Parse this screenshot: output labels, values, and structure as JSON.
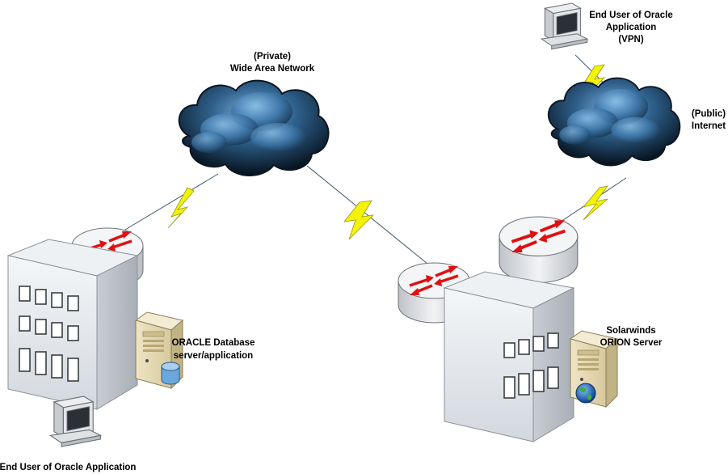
{
  "labels": {
    "wan_line1": "(Private)",
    "wan_line2": "Wide Area Network",
    "internet_line1": "(Public)",
    "internet_line2": "Internet",
    "vpn_user_line1": "End User of Oracle",
    "vpn_user_line2": "Application",
    "vpn_user_line3": "(VPN)",
    "oracle_db_line1": "ORACLE Database",
    "oracle_db_line2": "server/application",
    "solarwinds_line1": "Solarwinds",
    "solarwinds_line2": "ORION Server",
    "local_user": "End User of Oracle Application"
  },
  "colors": {
    "cloud_dark": "#0d1a26",
    "cloud_mid": "#2e5f8a",
    "cloud_light": "#6fa6d4",
    "lightning": "#f2f20a",
    "router_arrow": "#e01010",
    "building": "#e8ecf0",
    "server": "#e6d9b4"
  },
  "icons": [
    "cloud-icon",
    "router-icon",
    "building-icon",
    "server-icon",
    "workstation-icon",
    "lightning-bolt-icon",
    "database-icon",
    "globe-icon"
  ]
}
